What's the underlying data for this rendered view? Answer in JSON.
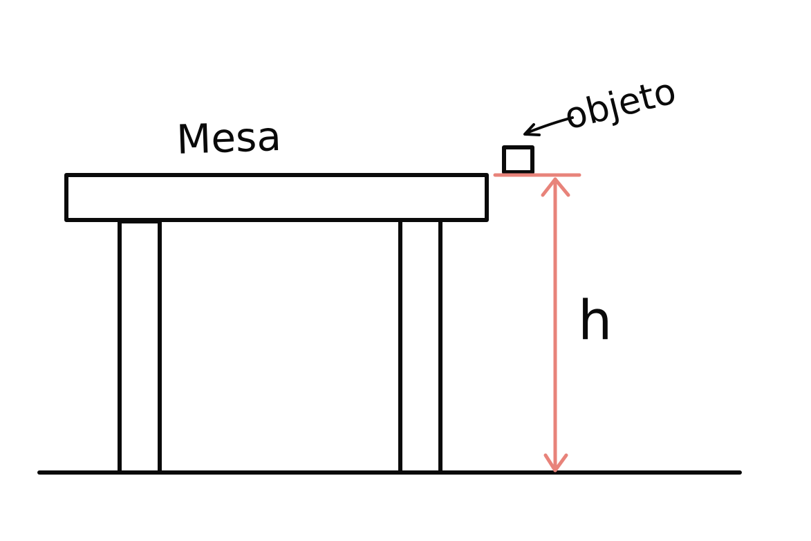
{
  "labels": {
    "table": "Mesa",
    "object": "objeto",
    "height": "h"
  },
  "colors": {
    "ink": "#0a0a0a",
    "accent": "#e8837a",
    "background": "#ffffff"
  }
}
